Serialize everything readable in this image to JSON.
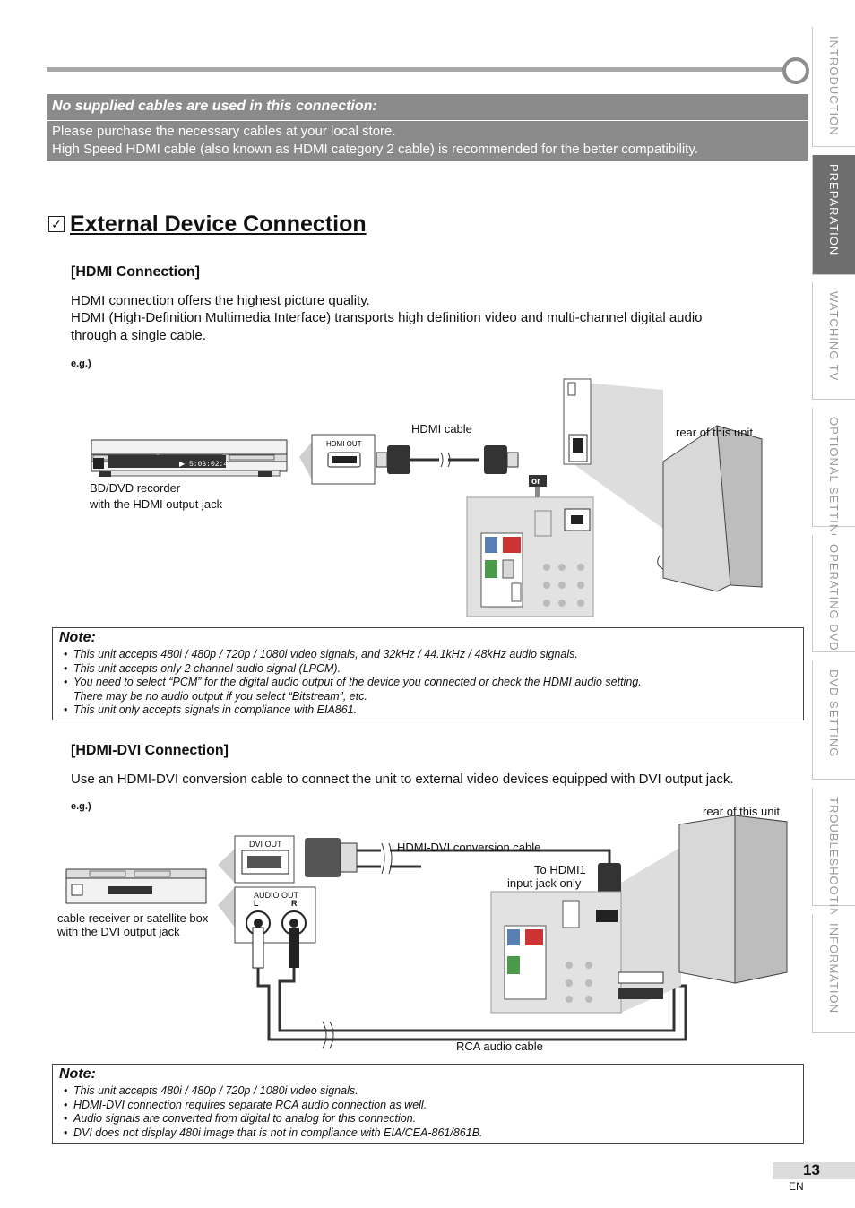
{
  "notice": {
    "title": "No supplied cables are used in this connection:",
    "line1": "Please purchase the necessary cables at your local store.",
    "line2": "High Speed HDMI cable (also known as HDMI category 2 cable) is recommended for the better compatibility."
  },
  "tabs": [
    "INTRODUCTION",
    "PREPARATION",
    "WATCHING TV",
    "OPTIONAL SETTING",
    "OPERATING DVD",
    "DVD SETTING",
    "TROUBLESHOOTING",
    "INFORMATION"
  ],
  "section": {
    "check": "✓",
    "title": "External Device Connection"
  },
  "hdmi": {
    "heading": "[HDMI Connection]",
    "para1": "HDMI connection offers the highest picture quality.",
    "para2": "HDMI (High-Definition Multimedia Interface) transports high definition video and multi-channel digital audio",
    "para3": "through a single cable.",
    "eg": "e.g.)",
    "cable_label": "HDMI cable",
    "port_label": "HDMI OUT",
    "rear_label": "rear of this unit",
    "device_line1": "BD/DVD recorder",
    "device_line2": "with the HDMI output jack",
    "or_label": "or",
    "display_readout": "▶ 5:03:02:4"
  },
  "note1": {
    "title": "Note:",
    "items": [
      "This unit accepts 480i / 480p / 720p / 1080i video signals, and 32kHz / 44.1kHz / 48kHz audio signals.",
      "This unit accepts only 2 channel audio signal (LPCM).",
      "You need to select “PCM” for the digital audio output of the device you connected or check the HDMI audio setting.",
      "There may be no audio output if you select “Bitstream”, etc.",
      "This unit only accepts signals in compliance with EIA861."
    ]
  },
  "dvi": {
    "heading": "[HDMI-DVI Connection]",
    "para": "Use an HDMI-DVI conversion cable to connect the unit to external video devices equipped with DVI output jack.",
    "eg": "e.g.)",
    "rear_label": "rear of this unit",
    "dvi_out": "DVI OUT",
    "cable_label": "HDMI-DVI conversion cable",
    "hdmi1_line1": "To HDMI1",
    "hdmi1_line2": "input jack only",
    "audio_out": "AUDIO OUT",
    "audio_l": "L",
    "audio_r": "R",
    "device_line1": "cable receiver or satellite box",
    "device_line2": "with the DVI output jack",
    "rca_label": "RCA audio cable"
  },
  "note2": {
    "title": "Note:",
    "items": [
      "This unit accepts 480i / 480p / 720p / 1080i video signals.",
      "HDMI-DVI connection requires separate RCA audio connection as well.",
      "Audio signals are converted from digital to analog for this connection.",
      "DVI does not display 480i image that is not in compliance with EIA/CEA-861/861B."
    ]
  },
  "page": {
    "number": "13",
    "lang": "EN"
  },
  "colors": {
    "notice_bg": "#8a8a8a",
    "active_tab": "#6e6e6e",
    "tab_text": "#9a9a9a"
  }
}
